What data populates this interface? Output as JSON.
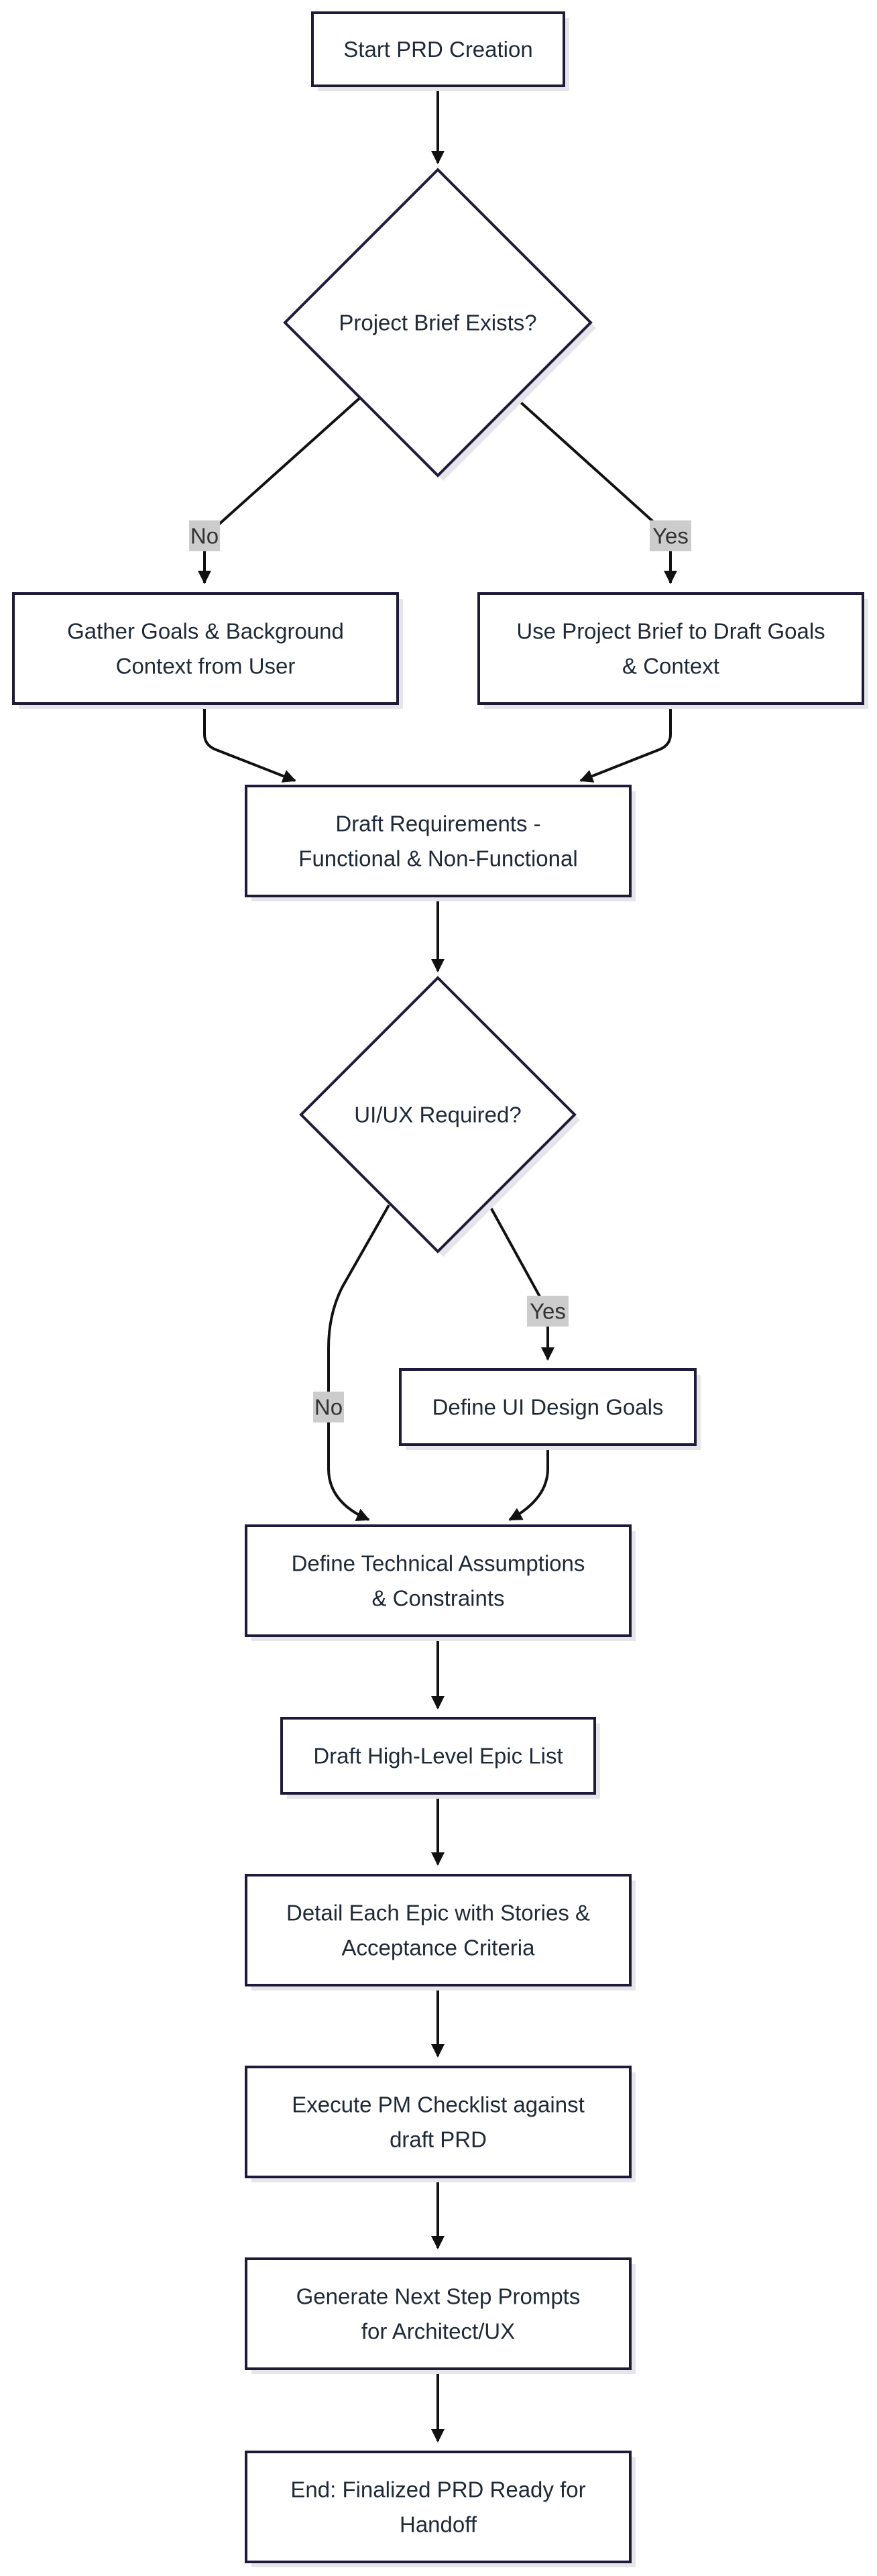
{
  "colors": {
    "node_fill": "#ffffff",
    "node_stroke": "#1e1b3a",
    "node_shadow": "#e6e6ea",
    "edge": "#111111",
    "label_bg": "#cccccc",
    "text": "#1f2937"
  },
  "nodes": {
    "start": {
      "lines": [
        "Start PRD Creation"
      ]
    },
    "brief_decision": {
      "lines": [
        "Project Brief Exists?"
      ]
    },
    "gather_goals": {
      "lines": [
        "Gather Goals & Background",
        "Context from User"
      ]
    },
    "use_brief": {
      "lines": [
        "Use Project Brief to Draft Goals",
        "& Context"
      ]
    },
    "draft_requirements": {
      "lines": [
        "Draft Requirements -",
        "Functional & Non-Functional"
      ]
    },
    "uiux_decision": {
      "lines": [
        "UI/UX Required?"
      ]
    },
    "ui_goals": {
      "lines": [
        "Define UI Design Goals"
      ]
    },
    "tech_assumptions": {
      "lines": [
        "Define Technical Assumptions",
        "& Constraints"
      ]
    },
    "epic_list": {
      "lines": [
        "Draft High-Level Epic List"
      ]
    },
    "detail_epics": {
      "lines": [
        "Detail Each Epic with Stories &",
        "Acceptance Criteria"
      ]
    },
    "pm_checklist": {
      "lines": [
        "Execute PM Checklist against",
        "draft PRD"
      ]
    },
    "next_steps": {
      "lines": [
        "Generate Next Step Prompts",
        "for Architect/UX"
      ]
    },
    "end": {
      "lines": [
        "End: Finalized PRD Ready for",
        "Handoff"
      ]
    }
  },
  "edge_labels": {
    "brief_no": "No",
    "brief_yes": "Yes",
    "uiux_no": "No",
    "uiux_yes": "Yes"
  }
}
